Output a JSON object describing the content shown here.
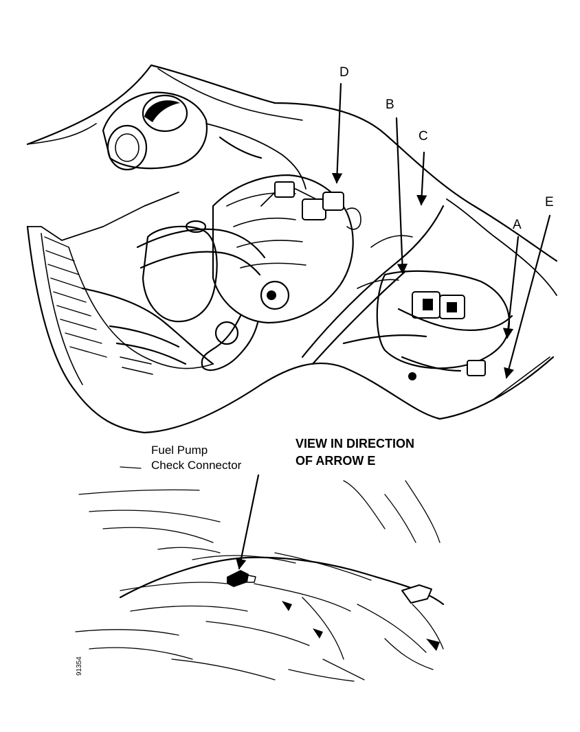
{
  "callouts": {
    "d": "D",
    "b": "B",
    "c": "C",
    "e": "E",
    "a": "A"
  },
  "detail": {
    "connector_label_line1": "Fuel Pump",
    "connector_label_line2": "Check Connector",
    "view_line1": "VIEW IN DIRECTION",
    "view_line2": "OF ARROW E"
  },
  "drawing_id": "91354"
}
